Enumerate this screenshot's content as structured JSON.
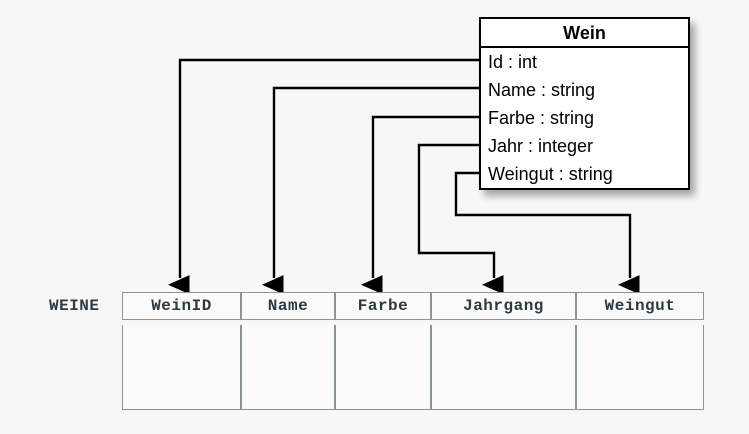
{
  "diagram": {
    "type": "uml-class-to-relational-table-mapping",
    "background_color": "#f7f7f7",
    "line_color": "#000000",
    "table_border_color": "#8a9499",
    "table_text_color": "#2c3a42"
  },
  "uml_class": {
    "name": "Wein",
    "attributes": [
      {
        "text": "Id : int",
        "field": "Id",
        "datatype": "int"
      },
      {
        "text": "Name : string",
        "field": "Name",
        "datatype": "string"
      },
      {
        "text": "Farbe : string",
        "field": "Farbe",
        "datatype": "string"
      },
      {
        "text": "Jahr : integer",
        "field": "Jahr",
        "datatype": "integer"
      },
      {
        "text": "Weingut : string",
        "field": "Weingut",
        "datatype": "string"
      }
    ]
  },
  "relation": {
    "label": "WEINE",
    "columns": [
      {
        "header": "WeinID"
      },
      {
        "header": "Name"
      },
      {
        "header": "Farbe"
      },
      {
        "header": "Jahrgang"
      },
      {
        "header": "Weingut"
      }
    ],
    "rows": [
      [
        "",
        "",
        "",
        "",
        ""
      ]
    ]
  },
  "mappings": [
    {
      "from": "Id",
      "to": "WeinID"
    },
    {
      "from": "Name",
      "to": "Name"
    },
    {
      "from": "Farbe",
      "to": "Farbe"
    },
    {
      "from": "Jahr",
      "to": "Jahrgang"
    },
    {
      "from": "Weingut",
      "to": "Weingut"
    }
  ]
}
